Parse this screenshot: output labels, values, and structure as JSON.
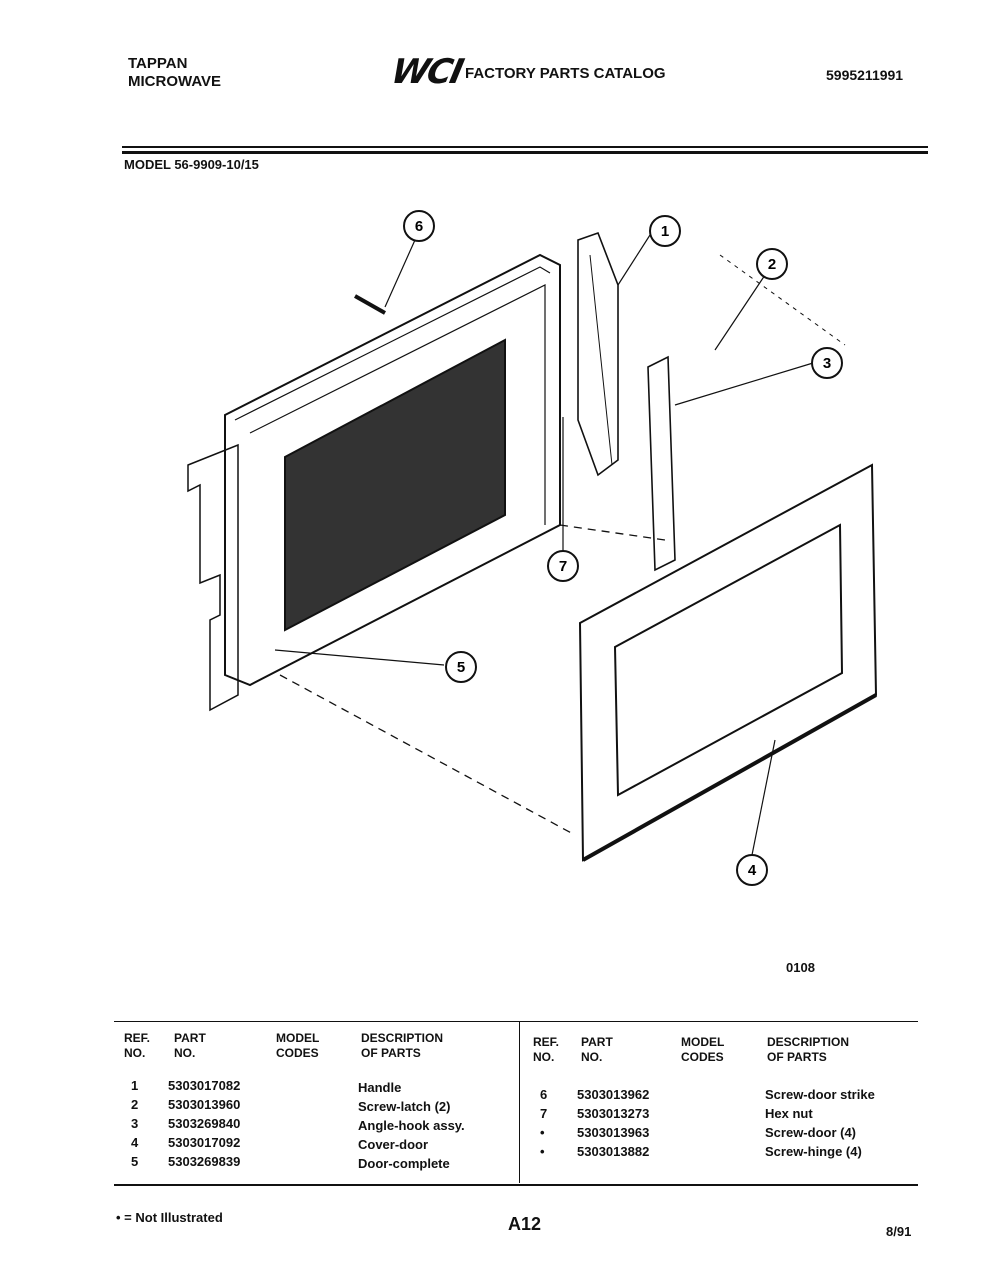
{
  "header": {
    "brand_line1": "TAPPAN",
    "brand_line2": "MICROWAVE",
    "logo": "WCI",
    "catalog_title": "FACTORY PARTS CATALOG",
    "catalog_number": "5995211991",
    "model": "MODEL 56-9909-10/15"
  },
  "diagram": {
    "callouts": [
      "1",
      "2",
      "3",
      "4",
      "5",
      "6",
      "7"
    ],
    "illustration_code": "0108"
  },
  "table": {
    "headers": {
      "ref": [
        "REF.",
        "NO."
      ],
      "part": [
        "PART",
        "NO."
      ],
      "codes": [
        "MODEL",
        "CODES"
      ],
      "desc": [
        "DESCRIPTION",
        "OF PARTS"
      ]
    },
    "left_rows": [
      {
        "ref": "1",
        "part": "5303017082",
        "code": "",
        "desc": "Handle"
      },
      {
        "ref": "2",
        "part": "5303013960",
        "code": "",
        "desc": "Screw-latch (2)"
      },
      {
        "ref": "3",
        "part": "5303269840",
        "code": "",
        "desc": "Angle-hook assy."
      },
      {
        "ref": "4",
        "part": "5303017092",
        "code": "",
        "desc": "Cover-door"
      },
      {
        "ref": "5",
        "part": "5303269839",
        "code": "",
        "desc": "Door-complete"
      }
    ],
    "right_rows": [
      {
        "ref": "6",
        "part": "5303013962",
        "code": "",
        "desc": "Screw-door strike"
      },
      {
        "ref": "7",
        "part": "5303013273",
        "code": "",
        "desc": "Hex nut"
      },
      {
        "ref": "•",
        "part": "5303013963",
        "code": "",
        "desc": "Screw-door (4)"
      },
      {
        "ref": "•",
        "part": "5303013882",
        "code": "",
        "desc": "Screw-hinge (4)"
      }
    ]
  },
  "footer": {
    "note": "• = Not Illustrated",
    "page": "A12",
    "date": "8/91"
  }
}
